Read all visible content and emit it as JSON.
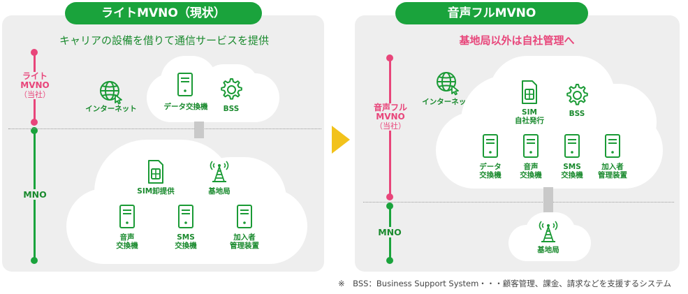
{
  "left": {
    "title": "ライトMVNO（現状）",
    "subtitle": "キャリアの設備を借りて通信サービスを提供",
    "side_top": [
      "ライト",
      "MVNO"
    ],
    "side_top_note": "（当社）",
    "side_bottom": "MNO",
    "internet": "インターネット",
    "data_exchange": "データ交換機",
    "bss": "BSS",
    "sim": "SIM卸提供",
    "base_station": "基地局",
    "voice_exchange": "音声\n交換機",
    "sms_exchange": "SMS\n交換機",
    "subscriber": "加入者\n管理装置"
  },
  "right": {
    "title": "音声フルMVNO",
    "subtitle": "基地局以外は自社管理へ",
    "side_top": [
      "音声フル",
      "MVNO"
    ],
    "side_top_note": "（当社）",
    "side_bottom": "MNO",
    "internet": "インターネット",
    "sim": "SIM\n自社発行",
    "bss": "BSS",
    "data_exchange": "データ\n交換機",
    "voice_exchange": "音声\n交換機",
    "sms_exchange": "SMS\n交換機",
    "subscriber": "加入者\n管理装置",
    "base_station": "基地局"
  },
  "footnote": "※　BSS：Business Support System・・・顧客管理、課金、請求などを支援するシステム",
  "colors": {
    "green": "#1aa33c",
    "pink": "#e8457a",
    "arrow": "#f2c21b",
    "panel": "#eeeeee"
  }
}
